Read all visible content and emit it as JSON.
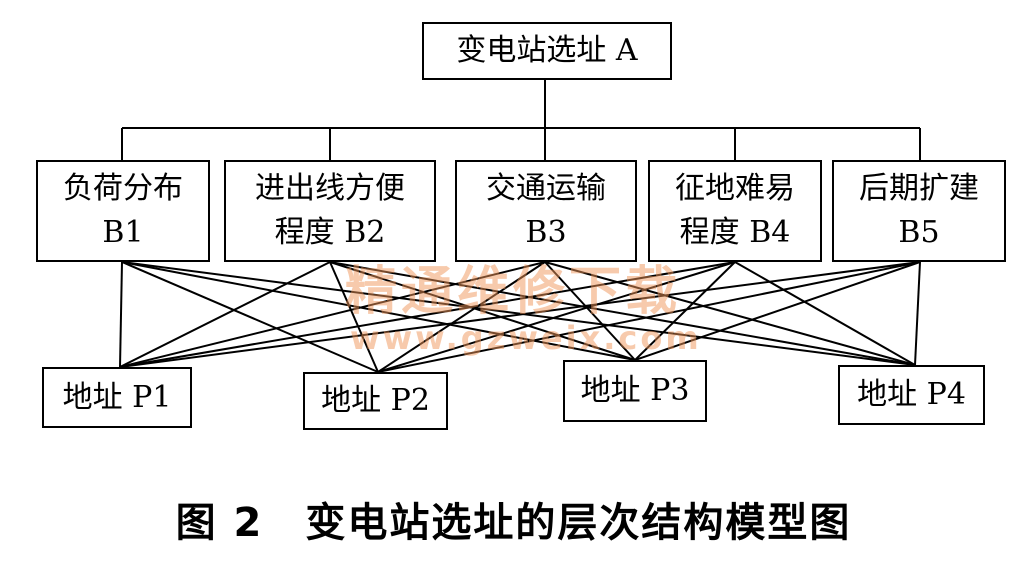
{
  "root": {
    "label": "变电站选址 A"
  },
  "criteria": [
    {
      "label": "负荷分布 B1"
    },
    {
      "label": "进出线方便程度 B2"
    },
    {
      "label": "交通运输 B3"
    },
    {
      "label": "征地难易程度 B4"
    },
    {
      "label": "后期扩建 B5"
    }
  ],
  "alternatives": [
    {
      "label": "地址 P1"
    },
    {
      "label": "地址 P2"
    },
    {
      "label": "地址 P3"
    },
    {
      "label": "地址 P4"
    }
  ],
  "caption": "图 2　变电站选址的层次结构模型图",
  "watermark": {
    "title": "精通维修下载",
    "url": "www.gzweix.com"
  }
}
